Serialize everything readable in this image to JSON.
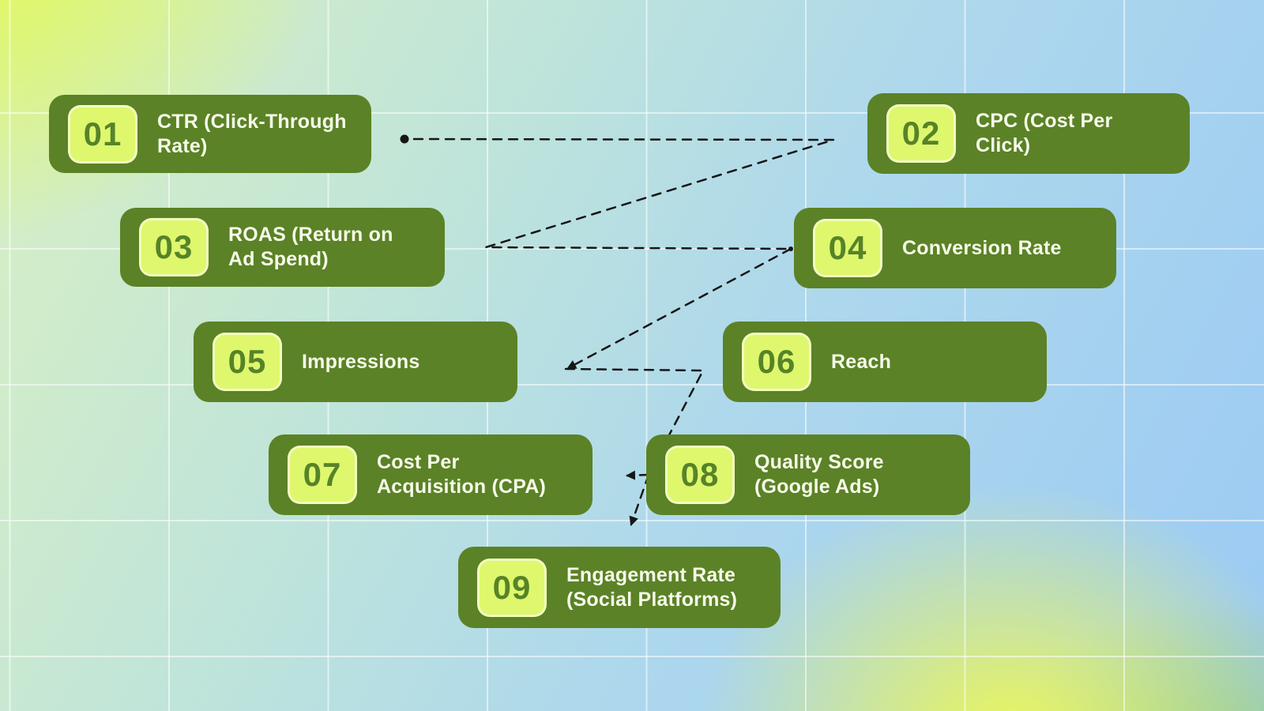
{
  "colors": {
    "card_bg": "#5b8226",
    "badge_bg": "#def76d",
    "badge_text": "#578329",
    "label_text": "#f6fbea",
    "connector": "#161616"
  },
  "connector": {
    "style": "dashed",
    "start_marker": "dot",
    "end_marker": "arrow",
    "flow_order": [
      "01",
      "02",
      "03",
      "04",
      "05",
      "06",
      "07",
      "09"
    ]
  },
  "cards": [
    {
      "number": "01",
      "label": "CTR (Click-Through Rate)",
      "lines": [
        "CTR (Click-Through",
        "Rate)"
      ]
    },
    {
      "number": "02",
      "label": "CPC (Cost Per Click)",
      "lines": [
        "CPC (Cost Per",
        "Click)"
      ]
    },
    {
      "number": "03",
      "label": "ROAS (Return on Ad Spend)",
      "lines": [
        "ROAS (Return on",
        "Ad Spend)"
      ]
    },
    {
      "number": "04",
      "label": "Conversion Rate",
      "lines": [
        "Conversion Rate"
      ]
    },
    {
      "number": "05",
      "label": "Impressions",
      "lines": [
        "Impressions"
      ]
    },
    {
      "number": "06",
      "label": "Reach",
      "lines": [
        "Reach"
      ]
    },
    {
      "number": "07",
      "label": "Cost Per Acquisition (CPA)",
      "lines": [
        "Cost Per",
        "Acquisition (CPA)"
      ]
    },
    {
      "number": "08",
      "label": "Quality Score (Google Ads)",
      "lines": [
        "Quality Score",
        "(Google Ads)"
      ]
    },
    {
      "number": "09",
      "label": "Engagement Rate (Social Platforms)",
      "lines": [
        "Engagement Rate",
        "(Social Platforms)"
      ]
    }
  ]
}
